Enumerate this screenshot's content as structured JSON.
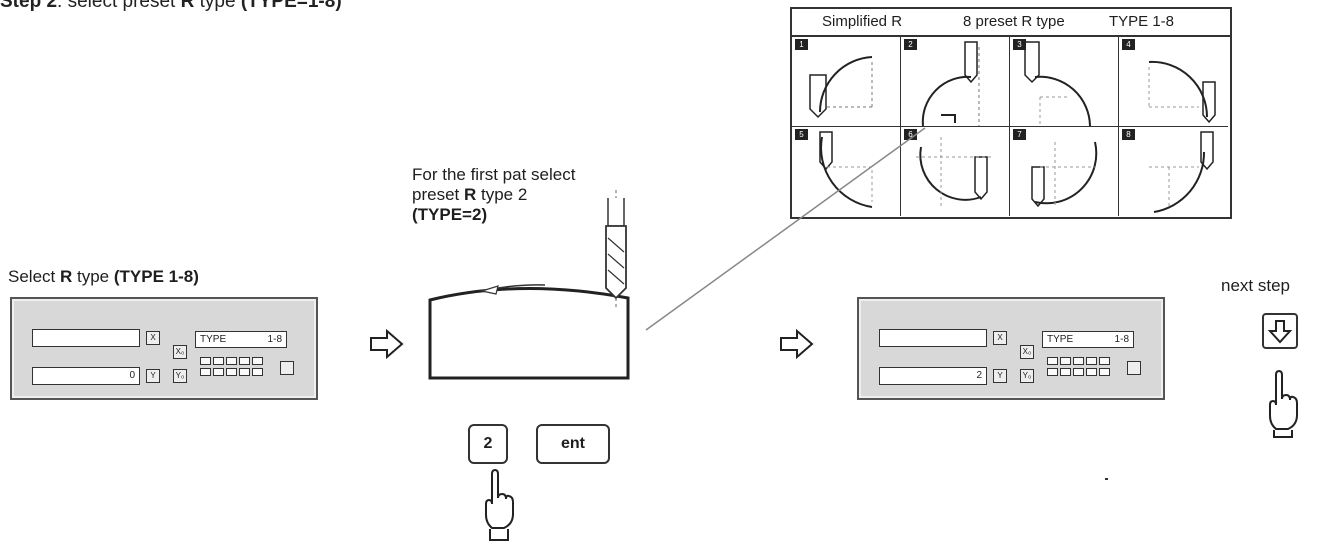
{
  "step": {
    "prefix": "Step 2",
    "text": ": select  preset ",
    "r": "R",
    "text2": " type ",
    "bold_tail": "(TYPE=1-8)"
  },
  "preset_table": {
    "label_simplified": "Simplified R",
    "label_preset": "8 preset R type",
    "label_type": "TYPE  1-8",
    "cells": [
      "1",
      "2",
      "3",
      "4",
      "5",
      "6",
      "7",
      "8"
    ]
  },
  "first_part": {
    "line1": "For the first pat select",
    "line2_pre": "preset ",
    "line2_r": "R",
    "line2_post": " type 2",
    "line3": "(TYPE=2)"
  },
  "select_r": {
    "pre": "Select ",
    "r": "R",
    "mid": " type ",
    "bold": "(TYPE 1-8)"
  },
  "dro_left": {
    "x_value": "",
    "y_value": "0",
    "type_label": "TYPE",
    "type_range": "1-8"
  },
  "dro_right": {
    "x_value": "",
    "y_value": "2",
    "type_label": "TYPE",
    "type_range": "1-8"
  },
  "axis_labels": {
    "x": "X",
    "y": "Y",
    "xo": "X₀",
    "yo": "Y₀"
  },
  "keys": {
    "two": "2",
    "ent": "ent"
  },
  "next_step": {
    "label": "next step"
  },
  "icons": [
    "right-arrow-icon",
    "down-arrow-icon",
    "pointing-hand-icon",
    "end-mill-icon"
  ],
  "colors": {
    "ink": "#1e1e1e",
    "panel": "#d8d8d8"
  }
}
